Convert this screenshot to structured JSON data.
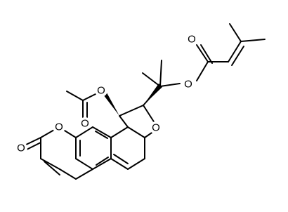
{
  "molecule": {
    "atoms": {
      "carbonyl_oxygen_coumarin": "O",
      "ring_oxygen_coumarin": "O",
      "ring_oxygen_furan": "O",
      "acetate_ester_oxygen": "O",
      "acetate_carbonyl_oxygen": "O",
      "senecioate_ester_oxygen": "O",
      "senecioate_carbonyl_oxygen": "O"
    }
  }
}
